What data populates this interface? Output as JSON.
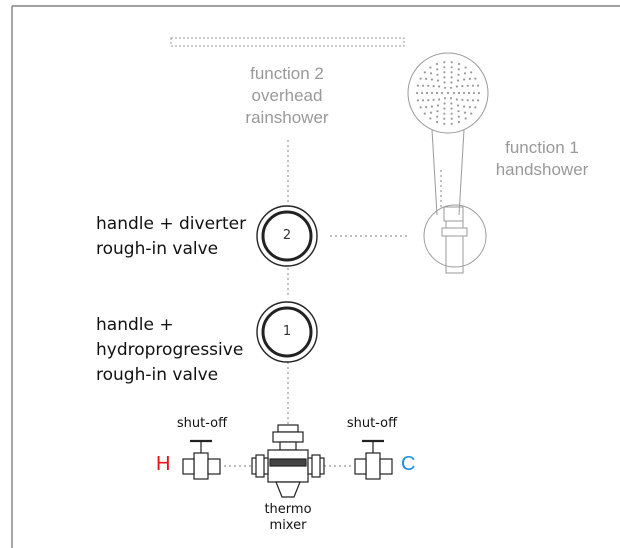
{
  "labels": {
    "function2": [
      "function 2",
      "overhead",
      "rainshower"
    ],
    "function1": [
      "function 1",
      "handshower"
    ],
    "diverter_valve": [
      "handle + diverter",
      "rough-in valve"
    ],
    "hydro_valve": [
      "handle +",
      "hydroprogressive",
      "rough-in valve"
    ],
    "shutoff_left": "shut-off",
    "shutoff_right": "shut-off",
    "thermo_mixer": [
      "thermo",
      "mixer"
    ],
    "hot": "H",
    "cold": "C",
    "valve2_number": "2",
    "valve1_number": "1"
  },
  "colors": {
    "hot": "#e8101b",
    "cold": "#1a8fe6",
    "fixture_gray": "#9a9a9a",
    "frame": "#6b6b6b"
  },
  "icons": [
    "overhead-rainshower-icon",
    "handshower-icon",
    "shutoff-valve-icon",
    "thermo-mixer-icon"
  ]
}
